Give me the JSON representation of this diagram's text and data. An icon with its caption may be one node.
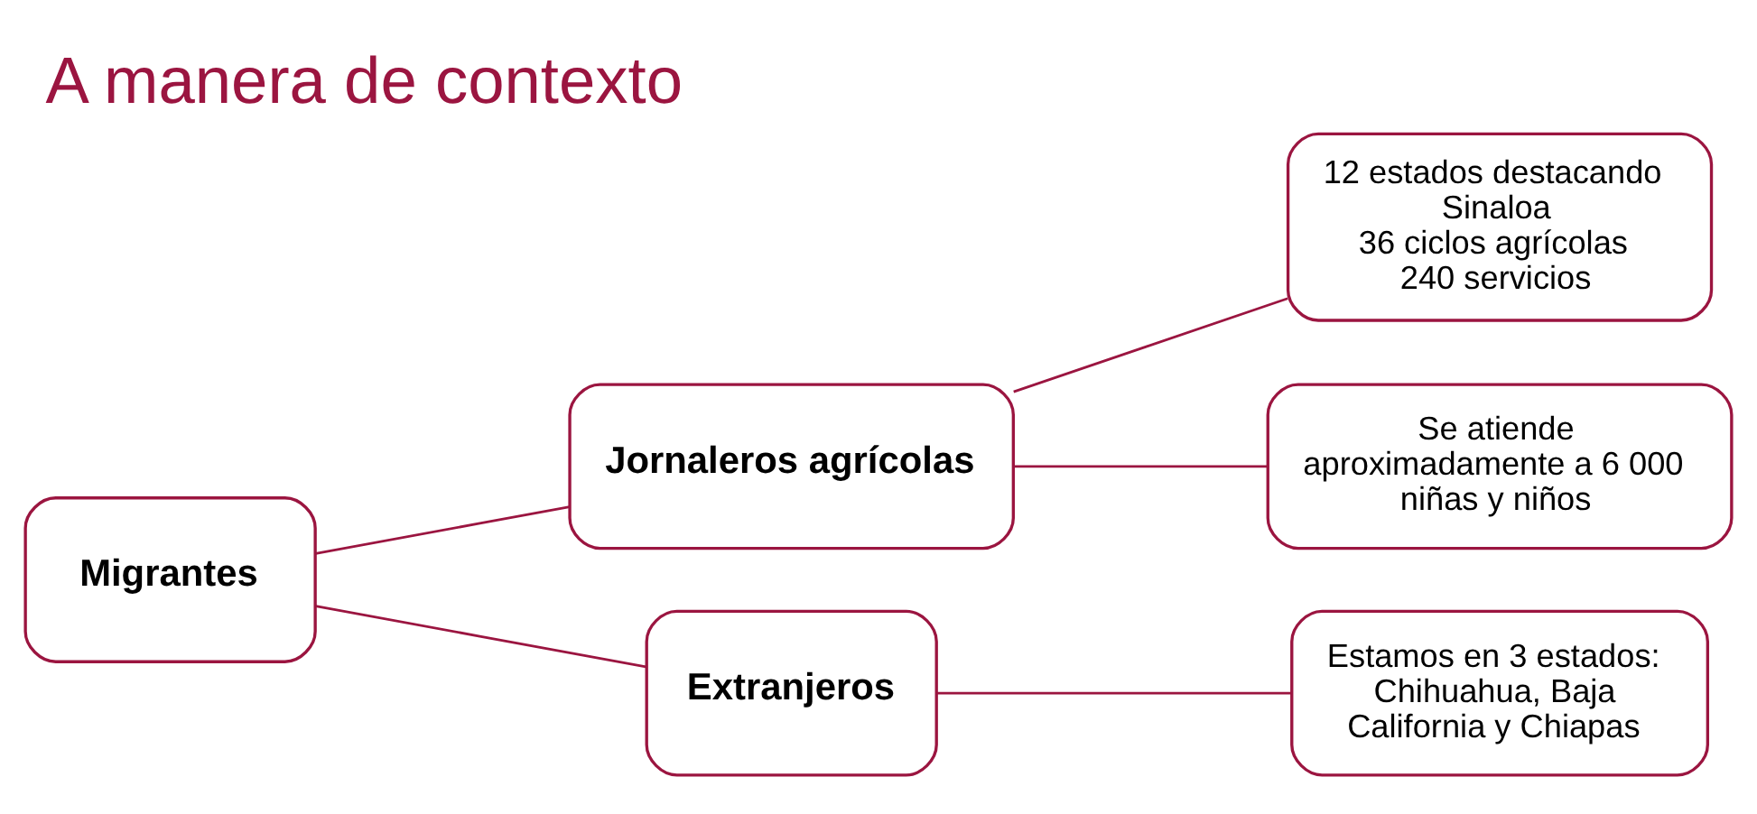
{
  "diagram": {
    "title": "A manera de contexto",
    "nodes": [
      {
        "text": [
          "Migrantes"
        ]
      },
      {
        "text": [
          "Jornaleros agrícolas"
        ]
      },
      {
        "text": [
          "Extranjeros"
        ]
      },
      {
        "text": [
          "12 estados destacando Sinaloa",
          "36 ciclos agrícolas",
          "240 servicios"
        ]
      },
      {
        "text": [
          "Se atiende aproximadamente a 6 000 niñas y niños"
        ]
      },
      {
        "text": [
          "Estamos en 3 estados: Chihuahua, Baja California y Chiapas"
        ]
      }
    ],
    "edges": [
      {
        "from": 0,
        "to": 1,
        "arrow": "none"
      },
      {
        "from": 0,
        "to": 2,
        "arrow": "none"
      },
      {
        "from": 1,
        "to": 3,
        "arrow": "none"
      },
      {
        "from": 1,
        "to": 4,
        "arrow": "none"
      },
      {
        "from": 2,
        "to": 5,
        "arrow": "none"
      }
    ]
  }
}
